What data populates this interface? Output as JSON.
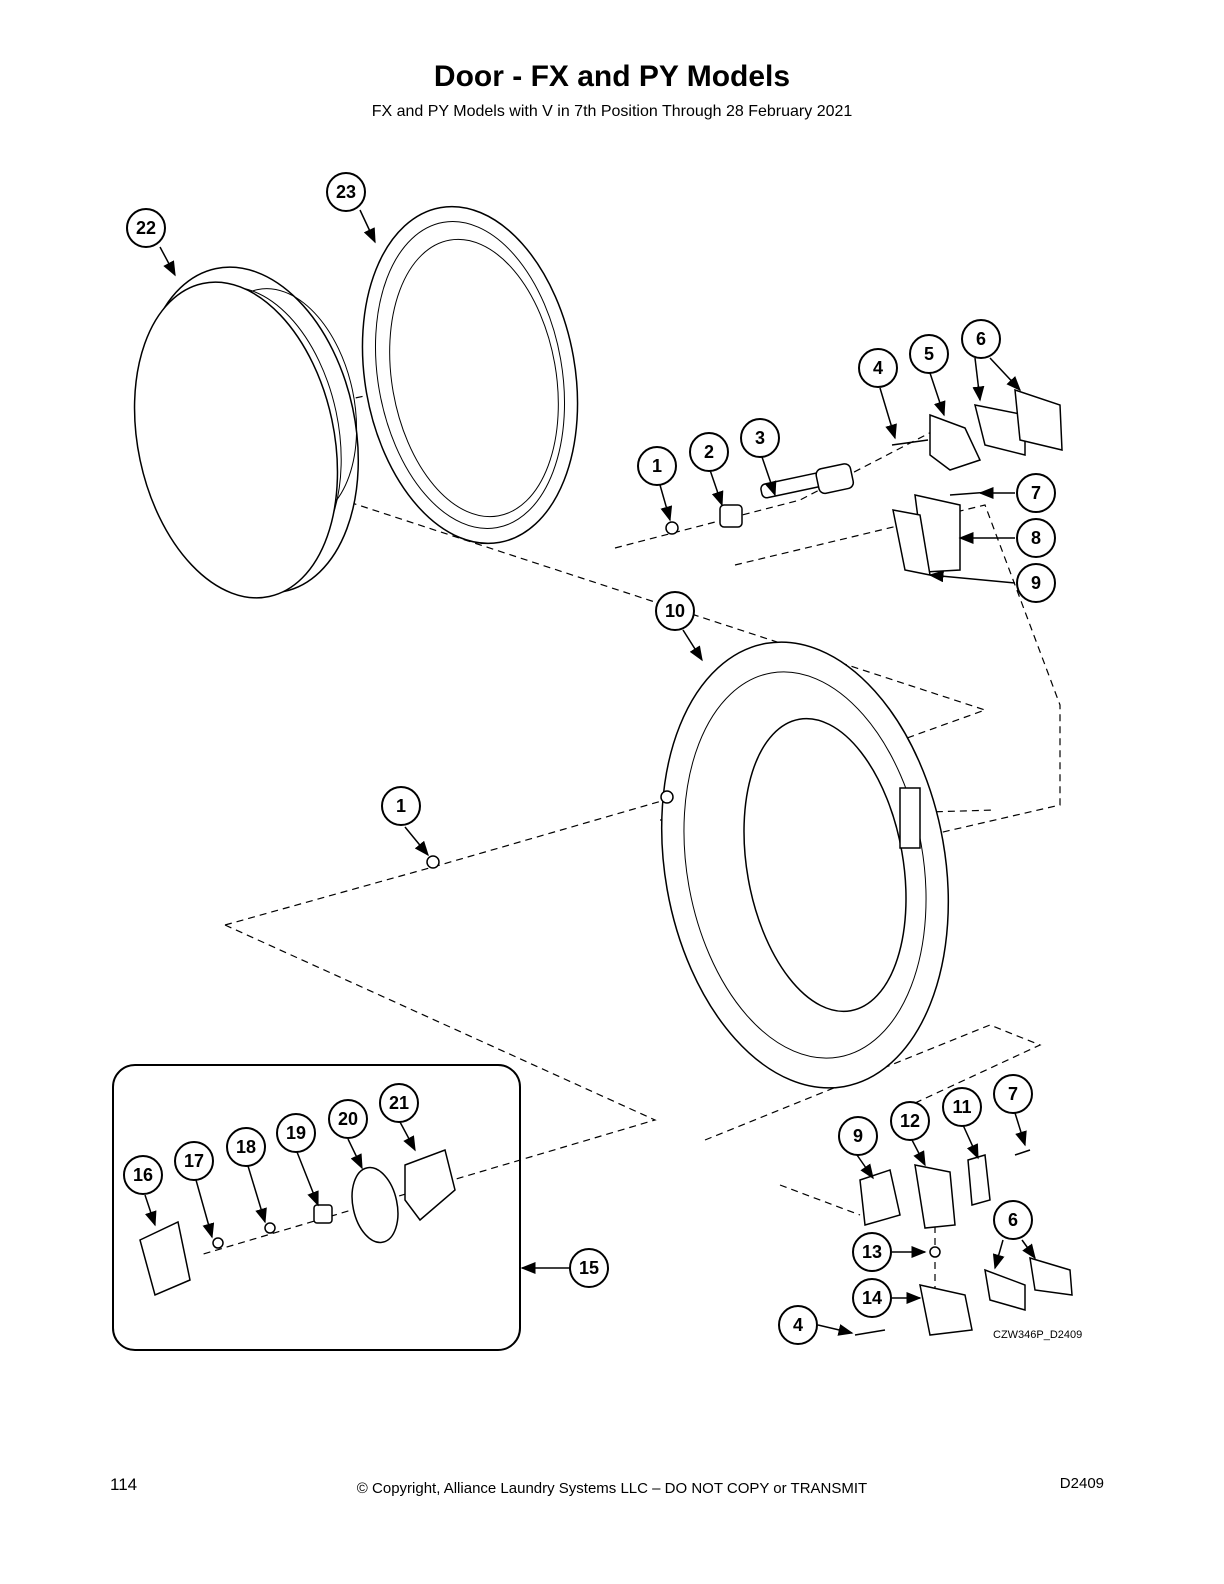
{
  "header": {
    "title": "Door - FX and PY Models",
    "subtitle": "FX and PY Models with V in 7th Position Through 28 February 2021"
  },
  "diagram": {
    "drawing_code": "CZW346P_D2409",
    "callouts": [
      "22",
      "23",
      "4",
      "5",
      "6",
      "1",
      "2",
      "3",
      "7",
      "8",
      "9",
      "10",
      "1",
      "9",
      "12",
      "11",
      "7",
      "16",
      "17",
      "18",
      "19",
      "20",
      "21",
      "13",
      "6",
      "14",
      "15",
      "4"
    ]
  },
  "footer": {
    "page_number": "114",
    "copyright": "© Copyright, Alliance Laundry Systems LLC – DO NOT COPY or TRANSMIT",
    "doc_code": "D2409"
  }
}
